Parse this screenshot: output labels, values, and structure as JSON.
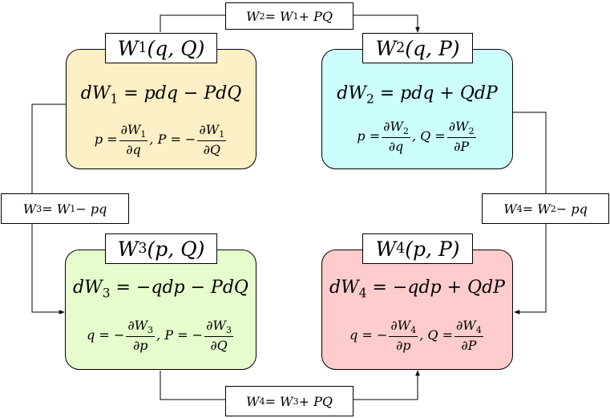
{
  "boxes": [
    {
      "id": "w1",
      "fill": "#fdefc6",
      "title": {
        "fn": "W",
        "sub": "1",
        "args": "(q, Q)"
      },
      "differential": {
        "lhs": "dW",
        "sub": "1",
        "rhs": " = pdq − PdQ"
      },
      "partials": {
        "a": {
          "var": "p",
          "sign": "= ",
          "num": "∂W",
          "numsub": "1",
          "den": "∂q"
        },
        "b": {
          "var": ", P",
          "sign": "= −",
          "num": "∂W",
          "numsub": "1",
          "den": "∂Q"
        }
      }
    },
    {
      "id": "w2",
      "fill": "#ccfefe",
      "title": {
        "fn": "W",
        "sub": "2",
        "args": "(q, P)"
      },
      "differential": {
        "lhs": "dW",
        "sub": "2",
        "rhs": " = pdq + QdP"
      },
      "partials": {
        "a": {
          "var": "p",
          "sign": "= ",
          "num": "∂W",
          "numsub": "2",
          "den": "∂q"
        },
        "b": {
          "var": ", Q",
          "sign": "= ",
          "num": "∂W",
          "numsub": "2",
          "den": "∂P"
        }
      }
    },
    {
      "id": "w3",
      "fill": "#e6fccc",
      "title": {
        "fn": "W",
        "sub": "3",
        "args": "(p, Q)"
      },
      "differential": {
        "lhs": "dW",
        "sub": "3",
        "rhs": " = −qdp − PdQ"
      },
      "partials": {
        "a": {
          "var": "q",
          "sign": "= −",
          "num": "∂W",
          "numsub": "3",
          "den": "∂p"
        },
        "b": {
          "var": ", P",
          "sign": "= −",
          "num": "∂W",
          "numsub": "3",
          "den": "∂Q"
        }
      }
    },
    {
      "id": "w4",
      "fill": "#fecccc",
      "title": {
        "fn": "W",
        "sub": "4",
        "args": "(p, P)"
      },
      "differential": {
        "lhs": "dW",
        "sub": "4",
        "rhs": " = −qdp + QdP"
      },
      "partials": {
        "a": {
          "var": "q",
          "sign": "= −",
          "num": "∂W",
          "numsub": "4",
          "den": "∂p"
        },
        "b": {
          "var": ", Q",
          "sign": "= ",
          "num": "∂W",
          "numsub": "4",
          "den": "∂P"
        }
      }
    }
  ],
  "transforms": {
    "top": {
      "lhs": "W",
      "lsub": "2",
      "mid": " = W",
      "msub": "1",
      "rhs": " + PQ"
    },
    "left": {
      "lhs": "W",
      "lsub": "3",
      "mid": " = W",
      "msub": "1",
      "rhs": " − pq"
    },
    "right": {
      "lhs": "W",
      "lsub": "4",
      "mid": " = W",
      "msub": "2",
      "rhs": " − pq"
    },
    "bottom": {
      "lhs": "W",
      "lsub": "4",
      "mid": " = W",
      "msub": "3",
      "rhs": " + PQ"
    }
  }
}
